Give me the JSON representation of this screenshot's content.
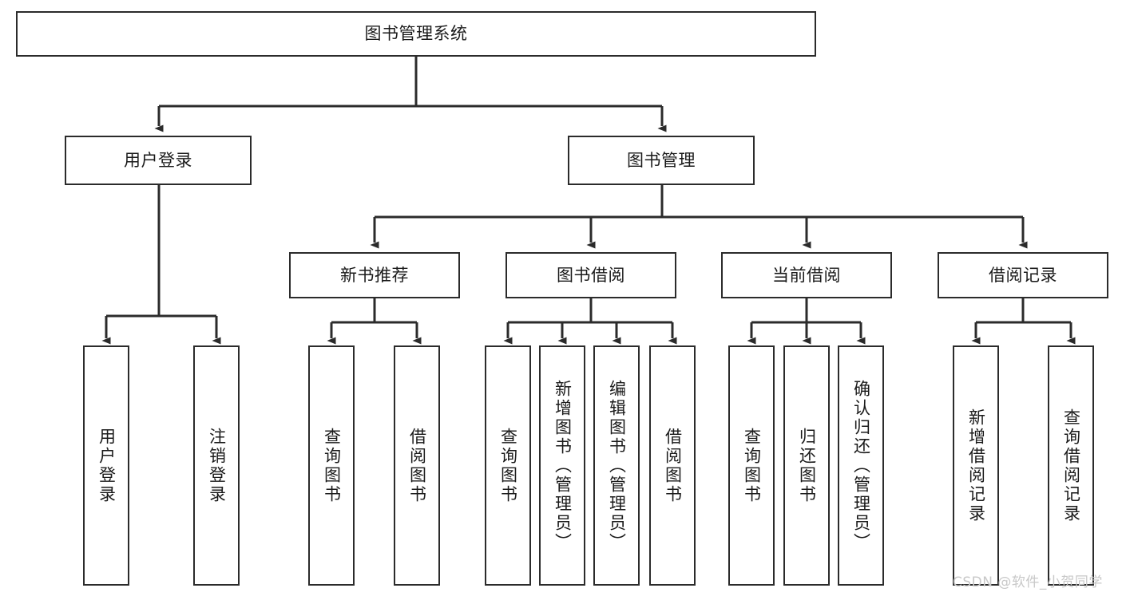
{
  "diagram": {
    "title": "图书管理系统",
    "type": "hierarchy-tree",
    "watermark": "CSDN @软件_小贺同学",
    "colors": {
      "box_border": "#2b2b2b",
      "box_fill": "#ffffff",
      "edge": "#2b2b2b",
      "text": "#1a1a1a",
      "watermark": "#c8c8c8",
      "background": "#ffffff"
    },
    "nodes": {
      "root": {
        "label": "图书管理系统"
      },
      "level2": [
        {
          "id": "user-login",
          "label": "用户登录"
        },
        {
          "id": "book-manage",
          "label": "图书管理"
        }
      ],
      "level3": [
        {
          "id": "new-book-recommend",
          "label": "新书推荐"
        },
        {
          "id": "book-borrow",
          "label": "图书借阅"
        },
        {
          "id": "current-borrow",
          "label": "当前借阅"
        },
        {
          "id": "borrow-record",
          "label": "借阅记录"
        }
      ],
      "leaves": {
        "user-login": [
          {
            "id": "leaf-user-login",
            "label": "用户登录"
          },
          {
            "id": "leaf-user-logout",
            "label": "注销登录"
          }
        ],
        "new-book-recommend": [
          {
            "id": "leaf-query-book-1",
            "label": "查询图书"
          },
          {
            "id": "leaf-borrow-book-1",
            "label": "借阅图书"
          }
        ],
        "book-borrow": [
          {
            "id": "leaf-query-book-2",
            "label": "查询图书"
          },
          {
            "id": "leaf-add-book",
            "label": "新增图书（管理员）"
          },
          {
            "id": "leaf-edit-book",
            "label": "编辑图书（管理员）"
          },
          {
            "id": "leaf-borrow-book-2",
            "label": "借阅图书"
          }
        ],
        "current-borrow": [
          {
            "id": "leaf-query-book-3",
            "label": "查询图书"
          },
          {
            "id": "leaf-return-book",
            "label": "归还图书"
          },
          {
            "id": "leaf-confirm-return",
            "label": "确认归还（管理员）"
          }
        ],
        "borrow-record": [
          {
            "id": "leaf-add-record",
            "label": "新增借阅记录"
          },
          {
            "id": "leaf-query-record",
            "label": "查询借阅记录"
          }
        ]
      }
    }
  }
}
